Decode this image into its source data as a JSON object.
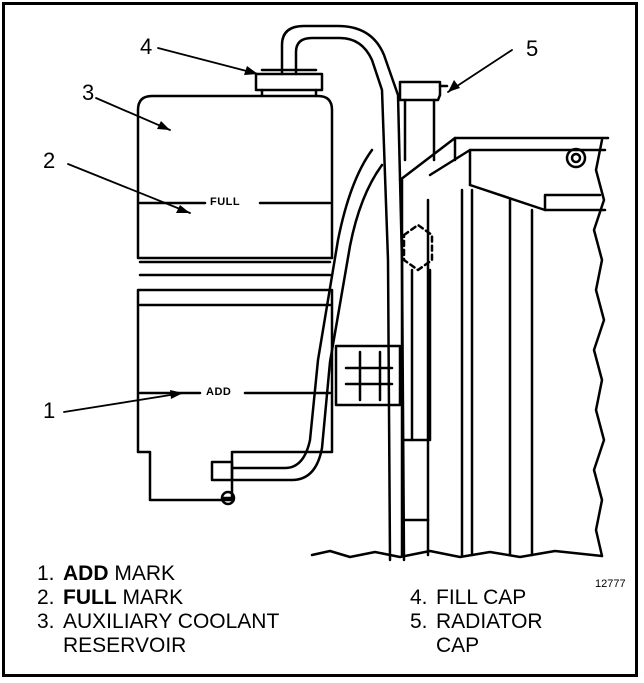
{
  "callouts": {
    "c1": "1",
    "c2": "2",
    "c3": "3",
    "c4": "4",
    "c5": "5"
  },
  "reservoir_marks": {
    "full": "FULL",
    "add": "ADD"
  },
  "figure_number": "12777",
  "legend": {
    "left": [
      {
        "num": "1.",
        "bold": "ADD",
        "rest": " MARK"
      },
      {
        "num": "2.",
        "bold": "FULL",
        "rest": " MARK"
      },
      {
        "num": "3.",
        "bold": "",
        "rest": "AUXILIARY COOLANT"
      },
      {
        "num": "",
        "bold": "",
        "rest": "RESERVOIR"
      }
    ],
    "right": [
      {
        "num": "4.",
        "bold": "",
        "rest": "FILL CAP"
      },
      {
        "num": "5.",
        "bold": "",
        "rest": "RADIATOR"
      },
      {
        "num": "",
        "bold": "",
        "rest": "CAP"
      }
    ]
  }
}
